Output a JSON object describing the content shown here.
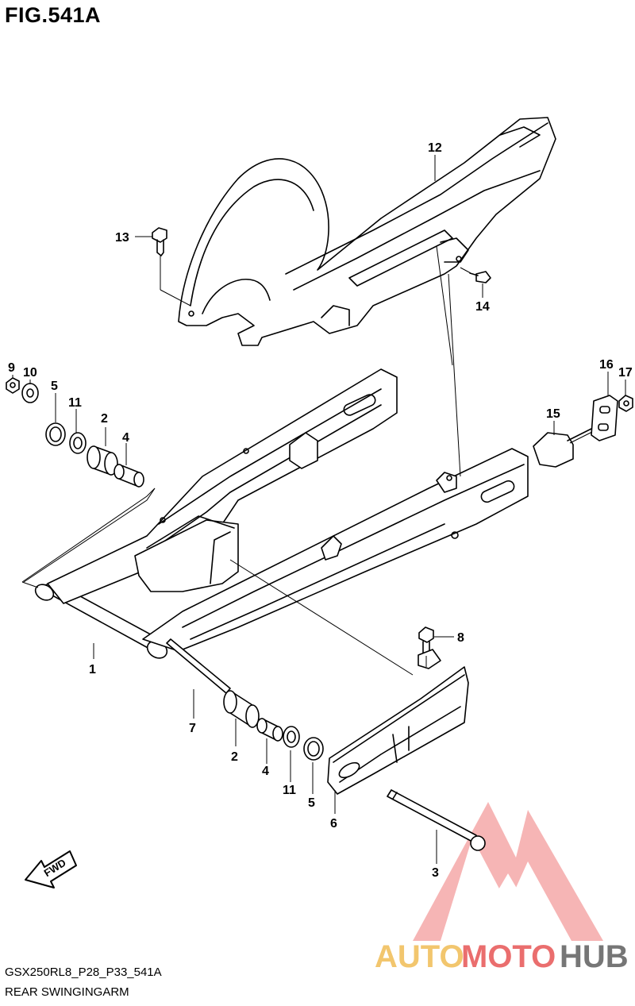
{
  "figure": {
    "title": "FIG.541A",
    "code": "GSX250RL8_P28_P33_541A",
    "name": "REAR SWINGINGARM",
    "fwd_label": "FWD"
  },
  "parts": [
    {
      "id": "p1",
      "number": "1"
    },
    {
      "id": "p2a",
      "number": "2"
    },
    {
      "id": "p2b",
      "number": "2"
    },
    {
      "id": "p3",
      "number": "3"
    },
    {
      "id": "p4a",
      "number": "4"
    },
    {
      "id": "p4b",
      "number": "4"
    },
    {
      "id": "p5a",
      "number": "5"
    },
    {
      "id": "p5b",
      "number": "5"
    },
    {
      "id": "p6",
      "number": "6"
    },
    {
      "id": "p7",
      "number": "7"
    },
    {
      "id": "p8",
      "number": "8"
    },
    {
      "id": "p9",
      "number": "9"
    },
    {
      "id": "p10",
      "number": "10"
    },
    {
      "id": "p11a",
      "number": "11"
    },
    {
      "id": "p11b",
      "number": "11"
    },
    {
      "id": "p12",
      "number": "12"
    },
    {
      "id": "p13",
      "number": "13"
    },
    {
      "id": "p14",
      "number": "14"
    },
    {
      "id": "p15",
      "number": "15"
    },
    {
      "id": "p16",
      "number": "16"
    },
    {
      "id": "p17",
      "number": "17"
    }
  ],
  "watermark": {
    "text_a": "AUTO",
    "text_b": "MOTO",
    "text_c": "HUB",
    "colors": {
      "a": "#f0b84a",
      "b": "#e64b4b",
      "c": "#555555"
    }
  }
}
